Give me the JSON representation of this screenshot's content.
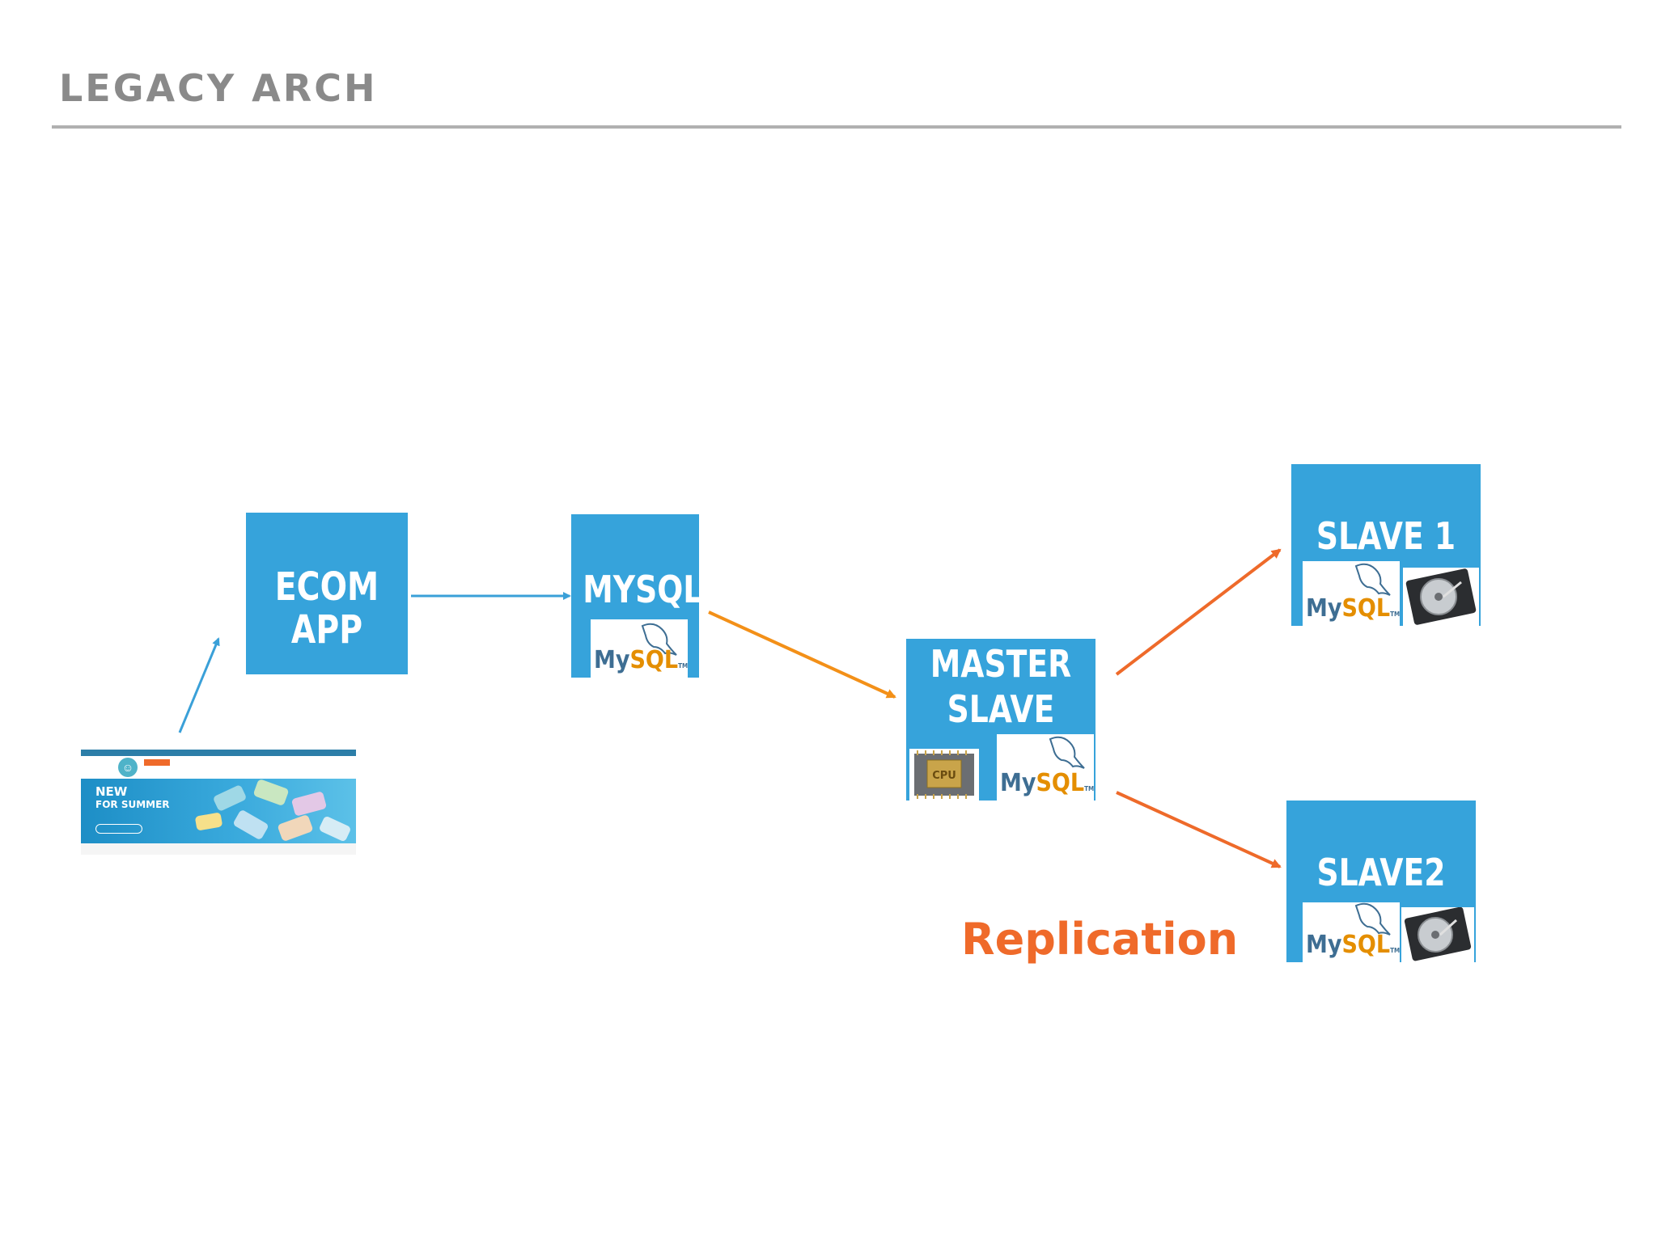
{
  "slide": {
    "title": "LEGACY ARCH"
  },
  "nodes": {
    "ecom_app": {
      "label": "ECOM APP"
    },
    "mysql": {
      "label": "MYSQL"
    },
    "master_slave": {
      "label_line1": "MASTER",
      "label_line2": "SLAVE"
    },
    "slave1": {
      "label": "SLAVE 1"
    },
    "slave2": {
      "label": "SLAVE2"
    }
  },
  "logos": {
    "mysql_my": "My",
    "mysql_sql": "SQL",
    "mysql_tm": "TM",
    "cpu_chip": "CPU"
  },
  "website_thumbnail": {
    "hero_line1": "NEW",
    "hero_line2": "FOR SUMMER"
  },
  "annotation": {
    "replication": "Replication"
  },
  "colors": {
    "box_blue": "#36a3db",
    "arrow_blue": "#3aa0d8",
    "arrow_orange": "#f39018",
    "arrow_red_orange": "#ee6a2a",
    "replication_text": "#ef6a2a",
    "title_gray": "#8a8a8a"
  },
  "icons": [
    "mysql-dolphin-logo",
    "cpu-chip-icon",
    "hard-drive-icon",
    "website-screenshot"
  ]
}
